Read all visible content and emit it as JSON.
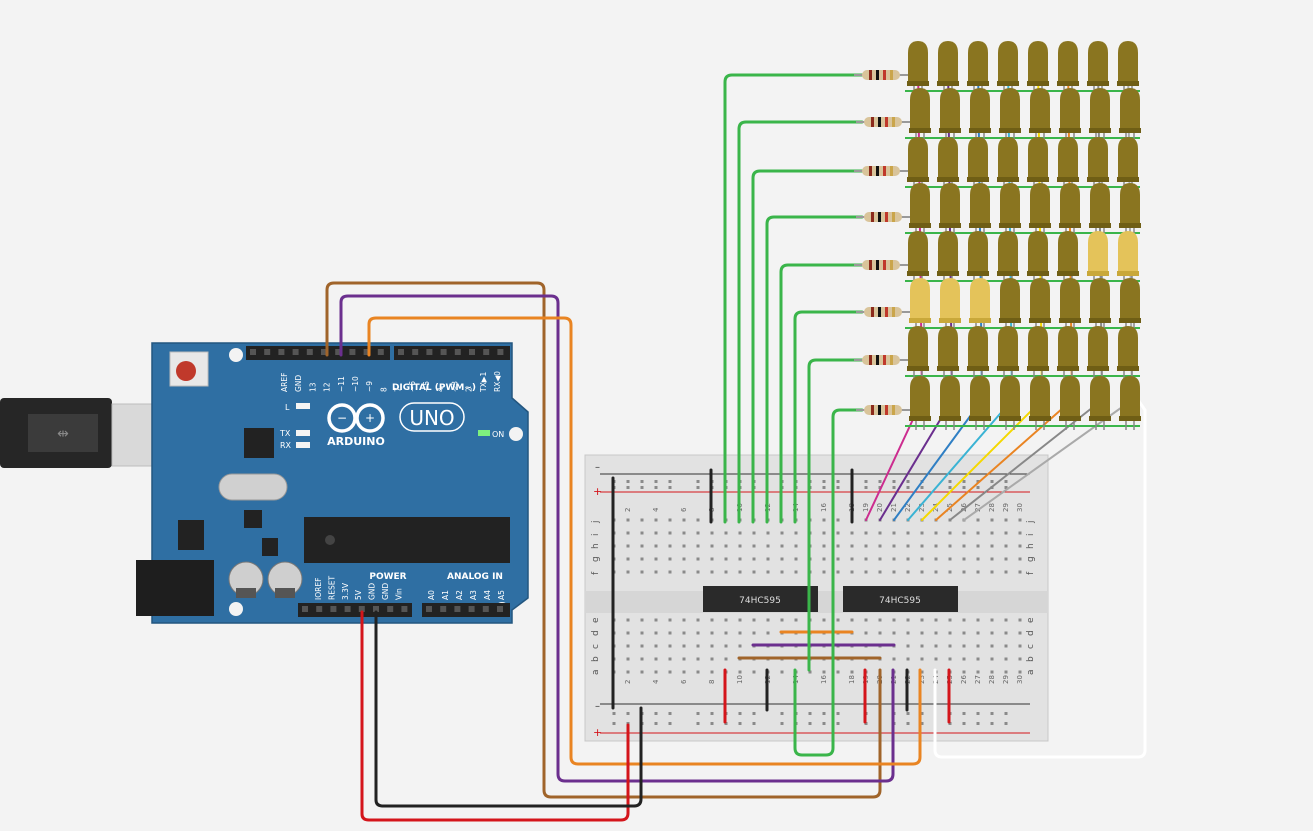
{
  "arduino": {
    "brand": "ARDUINO",
    "model": "UNO",
    "digital_label": "DIGITAL (PWM~)",
    "power_label": "POWER",
    "analog_label": "ANALOG IN",
    "on_label": "ON",
    "l_label": "L",
    "tx_label": "TX",
    "rx_label": "RX",
    "digital_pins": [
      "AREF",
      "GND",
      "13",
      "12",
      "~11",
      "~10",
      "~9",
      "8",
      "7",
      "~6",
      "~5",
      "4",
      "~3",
      "2",
      "TX▶1",
      "RX◀0"
    ],
    "power_pins": [
      "IOREF",
      "RESET",
      "3.3V",
      "5V",
      "GND",
      "GND",
      "Vin"
    ],
    "analog_pins": [
      "A0",
      "A1",
      "A2",
      "A3",
      "A4",
      "A5"
    ]
  },
  "breadboard": {
    "row_letters_top": [
      "j",
      "i",
      "h",
      "g",
      "f"
    ],
    "row_letters_bottom": [
      "e",
      "d",
      "c",
      "b",
      "a"
    ],
    "rail_plus": "+",
    "rail_minus": "–",
    "column_numbers": [
      "2",
      "4",
      "6",
      "8",
      "10",
      "12",
      "14",
      "16",
      "18",
      "19",
      "20",
      "21",
      "22",
      "23",
      "24",
      "25",
      "26",
      "27",
      "28",
      "29",
      "30"
    ]
  },
  "chips": [
    {
      "label": "74HC595"
    },
    {
      "label": "74HC595"
    }
  ],
  "colors": {
    "board": "#2f6fa3",
    "wire_green": "#3ab54a",
    "wire_brown": "#a0642a",
    "wire_purple": "#6b2f8e",
    "wire_orange": "#e98422",
    "wire_red": "#d4151b",
    "wire_black": "#222222",
    "led_off": "#8a7520",
    "led_on": "#e4c35a"
  },
  "led_matrix": {
    "rows": 8,
    "cols": 8,
    "lit": [
      [
        4,
        6
      ],
      [
        4,
        7
      ],
      [
        5,
        0
      ],
      [
        5,
        1
      ],
      [
        5,
        2
      ]
    ]
  }
}
